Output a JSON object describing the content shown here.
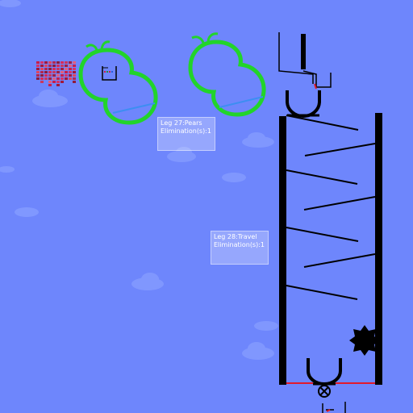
{
  "colors": {
    "sky": "#6e86fc",
    "sky_bottom": "#6f87fb",
    "cloud": "#8aa1ff",
    "wall": "#000000",
    "pear_outline": "#22d42a",
    "sensor_line": "#3d8ef2",
    "floor_line": "#e11a2a",
    "marble_swatches": [
      "#c81e4a",
      "#d6336b",
      "#a3173a",
      "#e04560",
      "#b52650",
      "#8e1c3c",
      "#d82a5a",
      "#c9375f",
      "#9f1f44",
      "#e35d7e"
    ]
  },
  "legs": [
    {
      "title": "Leg 27:Pears",
      "eliminations": "Elimination(s):1"
    },
    {
      "title": "Leg 28:Travel",
      "eliminations": "Elimination(s):1"
    }
  ],
  "icons": {
    "marble_pack": "marble-cluster-icon",
    "pear_left": "pear-outline-icon",
    "pear_right": "pear-outline-icon",
    "gear": "spiked-gear-icon"
  }
}
